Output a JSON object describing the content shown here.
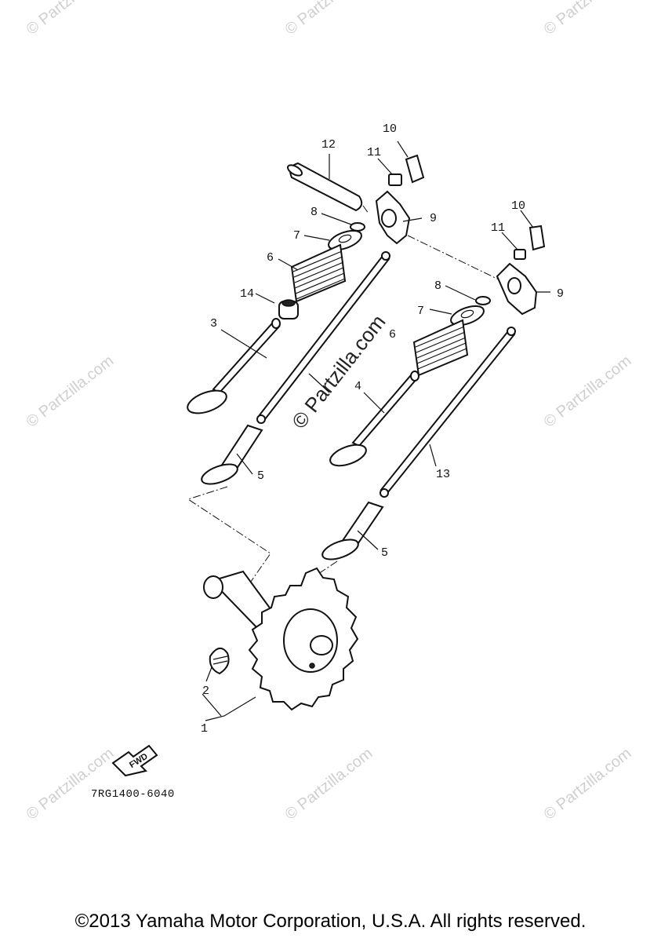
{
  "watermarks": {
    "corner": "© Partzilla.com",
    "center": "© Partzilla.com"
  },
  "callouts": {
    "c1": "1",
    "c2": "2",
    "c3": "3",
    "c4": "4",
    "c5a": "5",
    "c5b": "5",
    "c6a": "6",
    "c6b": "6",
    "c7a": "7",
    "c7b": "7",
    "c8a": "8",
    "c8b": "8",
    "c9a": "9",
    "c9b": "9",
    "c10a": "10",
    "c10b": "10",
    "c11a": "11",
    "c11b": "11",
    "c12": "12",
    "c13": "13",
    "c14": "14"
  },
  "fwd_label": "FWD",
  "diagram_code": "7RG1400-6040",
  "copyright": "©2013 Yamaha Motor Corporation, U.S.A. All rights reserved."
}
